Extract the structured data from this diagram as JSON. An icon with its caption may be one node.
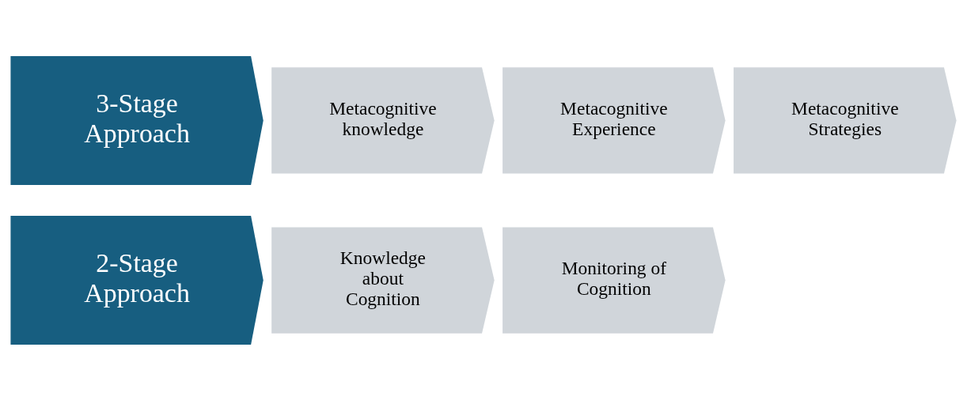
{
  "diagram": {
    "nodes": [
      {
        "text": [
          "2-Stage Approach"
        ]
      },
      {
        "text": [
          "Knowledge about Cognition"
        ]
      },
      {
        "text": [
          "Monitoring of Cognition"
        ]
      },
      {
        "text": [
          "3-Stage Approach"
        ]
      },
      {
        "text": [
          "Metacognitive knowledge"
        ]
      },
      {
        "text": [
          "Metacognitive Experience"
        ]
      },
      {
        "text": [
          "Metacognitive Strategies"
        ]
      }
    ]
  }
}
